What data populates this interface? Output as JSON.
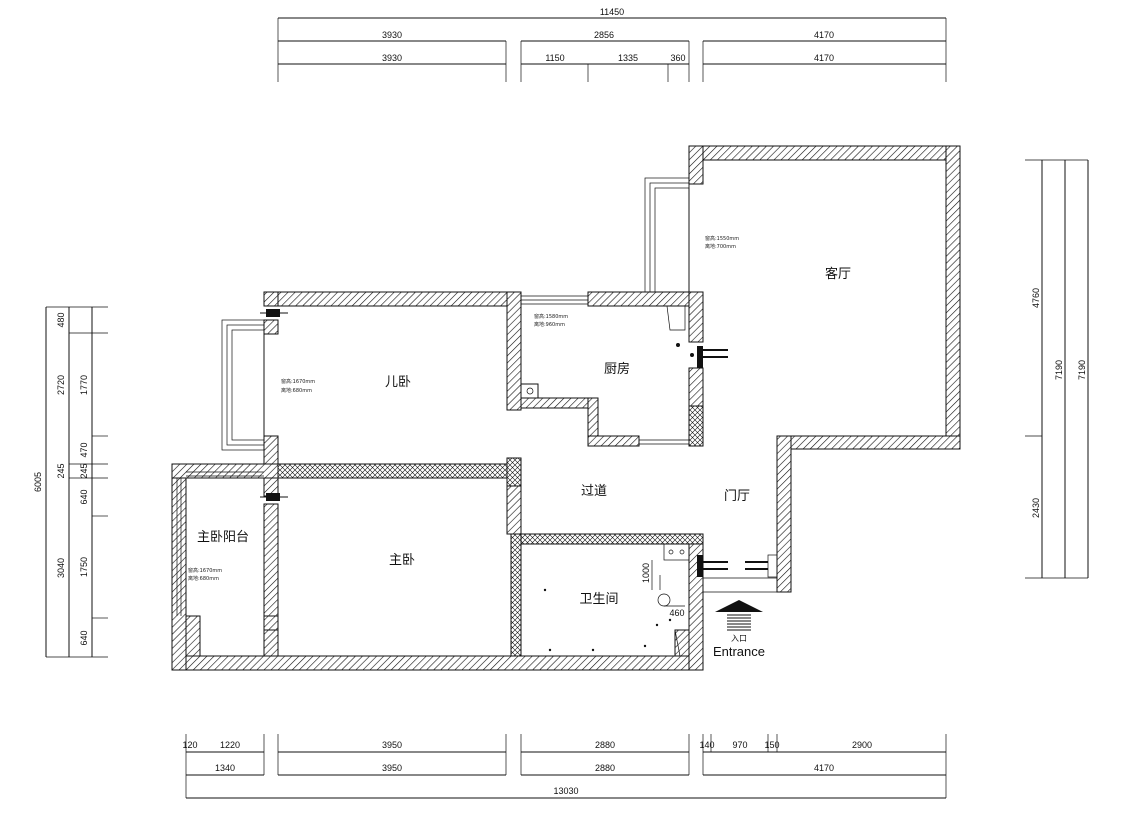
{
  "plan": {
    "top_dims": {
      "row1": [
        "11450"
      ],
      "row2": [
        "3930",
        "2856",
        "4170"
      ],
      "row3": [
        "3930",
        "1150",
        "1335",
        "360",
        "4170"
      ]
    },
    "bottom_dims": {
      "row1": [
        "120",
        "1220",
        "3950",
        "2880",
        "140",
        "970",
        "150",
        "2900"
      ],
      "row2": [
        "1340",
        "3950",
        "2880",
        "4170"
      ],
      "row3": [
        "13030"
      ]
    },
    "left_dims": {
      "outer": [
        "6005"
      ],
      "mid": [
        "480",
        "2720",
        "245",
        "3040"
      ],
      "inner": [
        "1770",
        "470",
        "245",
        "640",
        "1750",
        "640"
      ]
    },
    "right_dims": {
      "inner": [
        "4760",
        "2430"
      ],
      "mid": [
        "7190"
      ],
      "outer": [
        "7190"
      ]
    },
    "rooms": {
      "living": "客厅",
      "kitchen": "厨房",
      "child_bedroom": "儿卧",
      "corridor": "过道",
      "foyer": "门厅",
      "master_bedroom": "主卧",
      "master_balcony": "主卧阳台",
      "bathroom": "卫生间"
    },
    "window_notes": {
      "living_1": "窗高:1550mm",
      "living_2": "离地:700mm",
      "kitchen_1": "窗高:1580mm",
      "kitchen_2": "离地:960mm",
      "child_1": "窗高:1670mm",
      "child_2": "离地:680mm",
      "balcony_1": "窗高:1670mm",
      "balcony_2": "离地:680mm"
    },
    "bath_dims": [
      "1000",
      "460"
    ],
    "entrance": {
      "cn": "入口",
      "en": "Entrance"
    }
  }
}
